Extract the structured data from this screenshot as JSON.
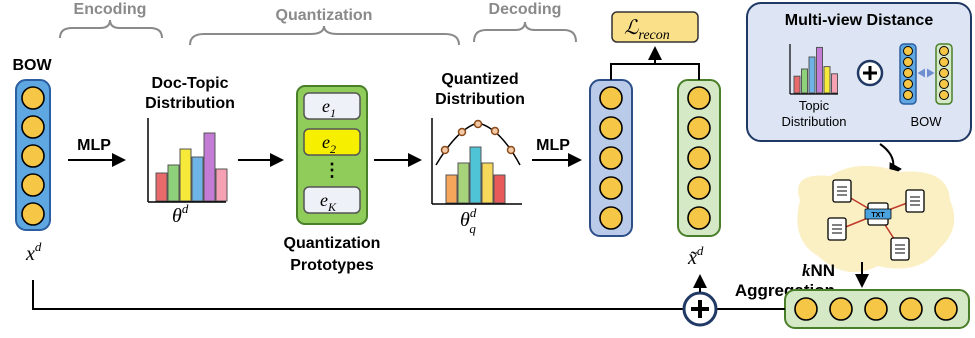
{
  "stages": {
    "encoding": "Encoding",
    "quantization": "Quantization",
    "decoding": "Decoding"
  },
  "labels": {
    "bow": "BOW",
    "x_var": "x",
    "x_sup": "d",
    "mlp_left": "MLP",
    "doc_topic_line1": "Doc-Topic",
    "doc_topic_line2": "Distribution",
    "theta": "θ",
    "theta_sup": "d",
    "proto_title_line1": "Quantization",
    "proto_title_line2": "Prototypes",
    "proto_e1": "e",
    "proto_e1_sub": "1",
    "proto_e2": "e",
    "proto_e2_sub": "2",
    "proto_dots": "⋮",
    "proto_eK": "e",
    "proto_eK_sub": "K",
    "quantized_line1": "Quantized",
    "quantized_line2": "Distribution",
    "theta_q": "θ",
    "theta_q_sup": "d",
    "theta_q_sub": "q",
    "mlp_right": "MLP",
    "xtilde": "x̃",
    "xtilde_sup": "d",
    "loss": "ℒ",
    "loss_sub": "recon",
    "mvd_title": "Multi-view Distance",
    "topic_dist_line1": "Topic",
    "topic_dist_line2": "Distribution",
    "bow_small": "BOW",
    "knn_k": "k",
    "knn_rest": "NN",
    "aggregation": "Aggregation",
    "txt": "TXT"
  },
  "colors": {
    "bow_fill": "#5ea7e0",
    "node_fill": "#f6c646",
    "green": "#8fcc5a",
    "green_light": "#d6e9c6",
    "blue_light": "#b9cbe8",
    "loss_fill": "#fbe08a",
    "mvd_fill": "#dde5f4",
    "mvd_border": "#1f3864",
    "cloud": "#fbefc4",
    "e2_fill": "#f6f000"
  },
  "bars": {
    "doc_topic": [
      {
        "value": 0.35,
        "color": "#e86a6a"
      },
      {
        "value": 0.45,
        "color": "#8fd17a"
      },
      {
        "value": 0.65,
        "color": "#f6e93a"
      },
      {
        "value": 0.55,
        "color": "#6fb4e6"
      },
      {
        "value": 0.85,
        "color": "#c37bd6"
      },
      {
        "value": 0.4,
        "color": "#f6a0b4"
      }
    ],
    "quantized": [
      {
        "value": 0.35,
        "color": "#f5a65b"
      },
      {
        "value": 0.5,
        "color": "#a7d47a"
      },
      {
        "value": 0.7,
        "color": "#4fc4d6"
      },
      {
        "value": 0.5,
        "color": "#f6d85a"
      },
      {
        "value": 0.35,
        "color": "#e85a5a"
      }
    ],
    "mini": [
      {
        "value": 0.35,
        "color": "#e86a6a"
      },
      {
        "value": 0.5,
        "color": "#8fd17a"
      },
      {
        "value": 0.75,
        "color": "#6fb4e6"
      },
      {
        "value": 0.95,
        "color": "#c37bd6"
      },
      {
        "value": 0.55,
        "color": "#f6e93a"
      },
      {
        "value": 0.4,
        "color": "#f6a0b4"
      }
    ]
  }
}
